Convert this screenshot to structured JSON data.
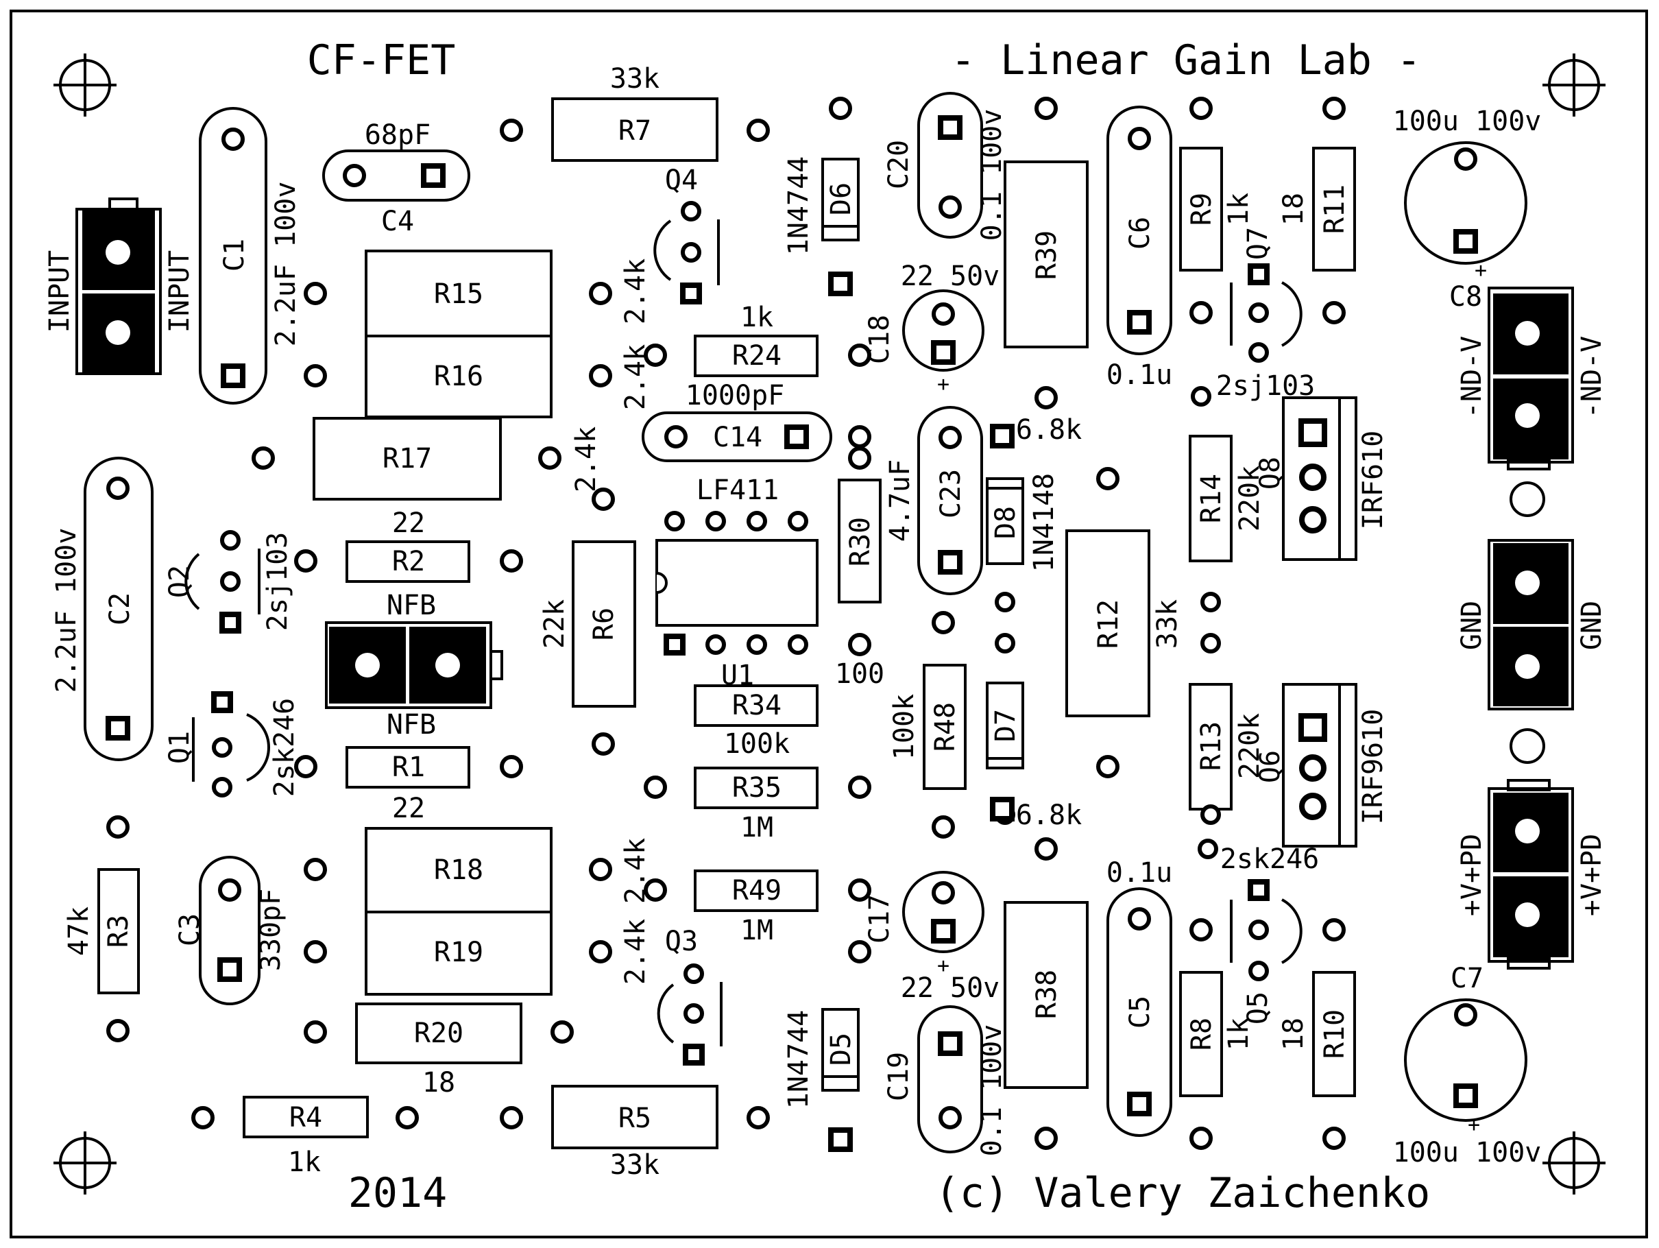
{
  "board": {
    "title": "CF-FET",
    "lab": "- Linear Gain Lab -",
    "year": "2014",
    "copyright": "(c) Valery Zaichenko"
  },
  "components": {
    "R7": {
      "ref": "R7",
      "value": "33k"
    },
    "R5": {
      "ref": "R5",
      "value": "33k"
    },
    "R4": {
      "ref": "R4",
      "value": "1k"
    },
    "R3": {
      "ref": "R3",
      "value": "47k"
    },
    "R20": {
      "ref": "R20",
      "value": "18"
    },
    "R15": {
      "ref": "R15"
    },
    "R16": {
      "ref": "R16"
    },
    "R17": {
      "ref": "R17"
    },
    "R18": {
      "ref": "R18"
    },
    "R19": {
      "ref": "R19"
    },
    "R2": {
      "ref": "R2",
      "value": "22"
    },
    "R1": {
      "ref": "R1",
      "value": "22"
    },
    "R6": {
      "ref": "R6",
      "value": "22k"
    },
    "R24": {
      "ref": "R24",
      "value": "1k"
    },
    "R34": {
      "ref": "R34",
      "value": "100k"
    },
    "R35": {
      "ref": "R35",
      "value": "1M"
    },
    "R49": {
      "ref": "R49",
      "value": "1M"
    },
    "R30": {
      "ref": "R30",
      "value": "100"
    },
    "R48": {
      "ref": "R48",
      "value": "100k"
    },
    "R39": {
      "ref": "R39"
    },
    "R38": {
      "ref": "R38"
    },
    "R12": {
      "ref": "R12",
      "value": "33k"
    },
    "R9": {
      "ref": "R9",
      "value": "1k"
    },
    "R8": {
      "ref": "R8",
      "value": "1k"
    },
    "R11": {
      "ref": "R11",
      "value": "18"
    },
    "R10": {
      "ref": "R10",
      "value": "18"
    },
    "R14": {
      "ref": "R14",
      "value": "220k"
    },
    "R13": {
      "ref": "R13",
      "value": "220k"
    },
    "C1": {
      "ref": "C1",
      "value": "2.2uF 100v"
    },
    "C2": {
      "ref": "C2",
      "value": "2.2uF 100v"
    },
    "C3": {
      "ref": "C3",
      "value": "330pF"
    },
    "C4": {
      "ref": "C4",
      "value": "68pF"
    },
    "C14": {
      "ref": "C14",
      "value": "1000pF"
    },
    "C20": {
      "ref": "C20",
      "value": "0.1 100v"
    },
    "C19": {
      "ref": "C19",
      "value": "0.1 100v"
    },
    "C18": {
      "ref": "C18",
      "value": "22 50v"
    },
    "C17": {
      "ref": "C17",
      "value": "22 50v"
    },
    "C23": {
      "ref": "C23",
      "value": "4.7uF"
    },
    "C6": {
      "ref": "C6",
      "value": "0.1u"
    },
    "C5": {
      "ref": "C5",
      "value": "0.1u"
    },
    "C8": {
      "ref": "C8",
      "value": "100u 100v"
    },
    "C7": {
      "ref": "C7",
      "value": "100u 100v"
    },
    "D6": {
      "ref": "D6",
      "value": "1N4744"
    },
    "D5": {
      "ref": "D5",
      "value": "1N4744"
    },
    "D8": {
      "ref": "D8",
      "value": "1N4148"
    },
    "D7": {
      "ref": "D7"
    },
    "Q1": {
      "ref": "Q1",
      "value": "2sk246"
    },
    "Q2": {
      "ref": "Q2",
      "value": "2sj103"
    },
    "Q3": {
      "ref": "Q3"
    },
    "Q4": {
      "ref": "Q4"
    },
    "Q5": {
      "ref": "Q5",
      "value": "2sk246"
    },
    "Q7": {
      "ref": "Q7",
      "value": "2sj103"
    },
    "Q8": {
      "ref": "Q8",
      "value": "IRF610"
    },
    "Q6": {
      "ref": "Q6",
      "value": "IRF9610"
    },
    "U1": {
      "ref": "U1",
      "value": "LF411"
    }
  },
  "labels": {
    "r_2_4k": "2.4k",
    "r_6_8k": "6.8k",
    "c18_plus": "+",
    "c8_plus": "+",
    "c7_plus": "+"
  },
  "connectors": {
    "input": "INPUT",
    "nfb": "NFB",
    "nd_v": "-ND-V",
    "gnd": "GND",
    "v_pd": "+V+PD"
  }
}
